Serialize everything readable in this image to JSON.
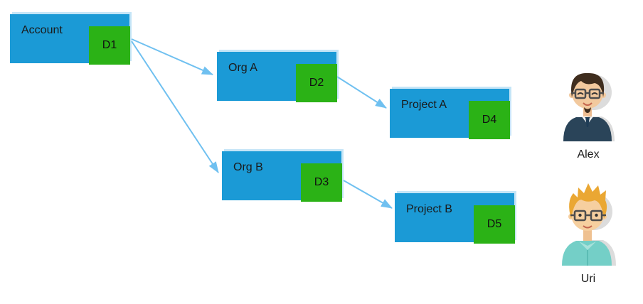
{
  "diagram": {
    "nodes": [
      {
        "id": "account",
        "label": "Account",
        "badge": "D1"
      },
      {
        "id": "org-a",
        "label": "Org A",
        "badge": "D2"
      },
      {
        "id": "project-a",
        "label": "Project A",
        "badge": "D4"
      },
      {
        "id": "org-b",
        "label": "Org B",
        "badge": "D3"
      },
      {
        "id": "project-b",
        "label": "Project B",
        "badge": "D5"
      }
    ],
    "edges": [
      {
        "from": "D1",
        "to": "Org A"
      },
      {
        "from": "D1",
        "to": "Org B"
      },
      {
        "from": "D2",
        "to": "Project A"
      },
      {
        "from": "D3",
        "to": "Project B"
      }
    ],
    "users": [
      {
        "name": "Alex"
      },
      {
        "name": "Uri"
      }
    ],
    "colors": {
      "node_fill": "#1b9ad6",
      "badge_fill": "#2bb216",
      "arrow": "#6fc0f0"
    }
  }
}
